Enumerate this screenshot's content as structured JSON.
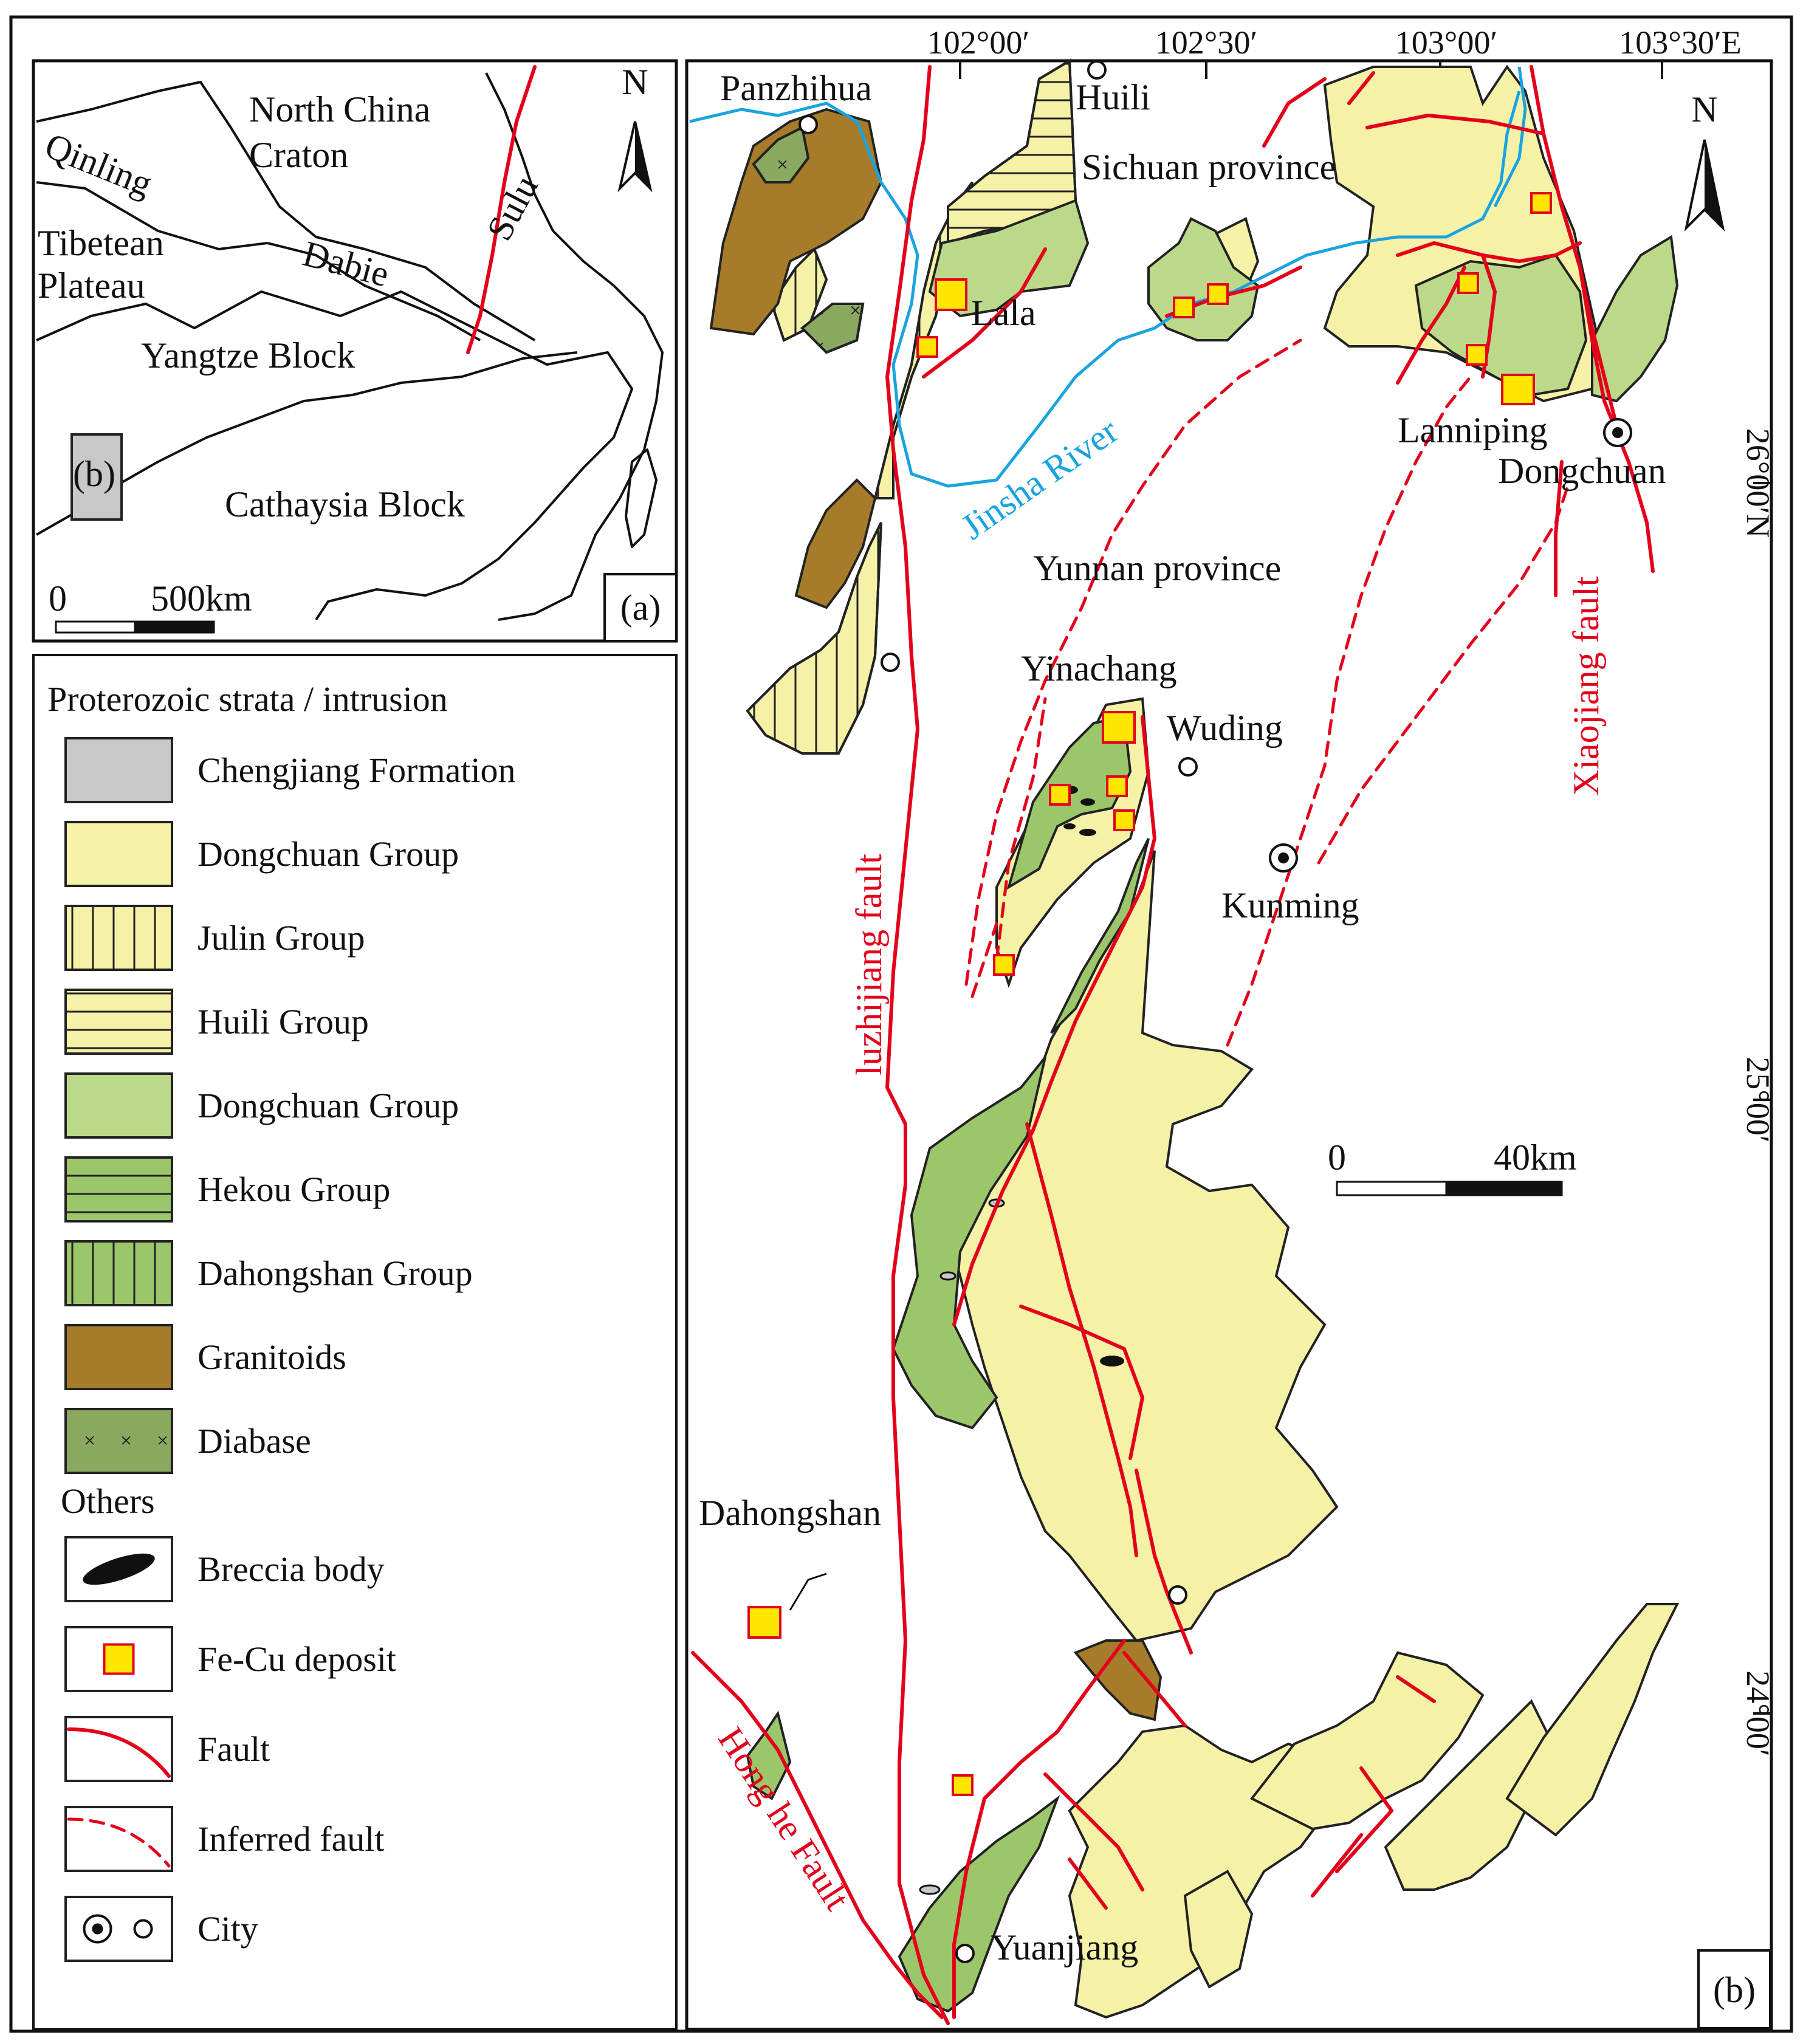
{
  "inset": {
    "panel_label": "(a)",
    "labels": {
      "north_china": "North China",
      "craton": "Craton",
      "qinling": "Qinling",
      "tibetean": "Tibetean",
      "plateau": "Plateau",
      "dabie": "Dabie",
      "sulu": "Sulu",
      "yangtze": "Yangtze Block",
      "cathaysia": "Cathaysia Block",
      "box_b": "(b)"
    },
    "north": "N",
    "scale": {
      "zero": "0",
      "max": "500km"
    }
  },
  "legend": {
    "heading": "Proterozoic strata / intrusion",
    "items": [
      {
        "label": "Chengjiang Formation",
        "fill": "#c8c8c8",
        "pattern": "none"
      },
      {
        "label": "Dongchuan Group",
        "fill": "#f5f2a8",
        "pattern": "none"
      },
      {
        "label": "Julin Group",
        "fill": "#f5f2a8",
        "pattern": "vertical"
      },
      {
        "label": "Huili Group",
        "fill": "#f5f2a8",
        "pattern": "horizontal"
      },
      {
        "label": "Dongchuan Group",
        "fill": "#bcd98a",
        "pattern": "none"
      },
      {
        "label": "Hekou Group",
        "fill": "#9cc66a",
        "pattern": "horizontal"
      },
      {
        "label": "Dahongshan Group",
        "fill": "#9cc66a",
        "pattern": "vertical"
      },
      {
        "label": "Granitoids",
        "fill": "#a67c2a",
        "pattern": "none"
      },
      {
        "label": "Diabase",
        "fill": "#8aa860",
        "pattern": "cross"
      }
    ],
    "others_heading": "Others",
    "others": [
      {
        "label": "Breccia body",
        "symbol": "breccia-icon"
      },
      {
        "label": "Fe-Cu deposit",
        "symbol": "deposit-icon"
      },
      {
        "label": "Fault",
        "symbol": "fault-line-icon"
      },
      {
        "label": "Inferred fault",
        "symbol": "inferred-fault-icon"
      },
      {
        "label": "City",
        "symbol": "city-icon"
      }
    ]
  },
  "map": {
    "panel_label": "(b)",
    "north": "N",
    "longitudes": [
      "102°00′",
      "102°30′",
      "103°00′",
      "103°30′E"
    ],
    "latitudes": [
      "26°00′N",
      "25°00′",
      "24°00′"
    ],
    "places": {
      "panzhihua": "Panzhihua",
      "huili": "Huili",
      "lala": "Lala",
      "sichuan": "Sichuan province",
      "yunnan": "Yunnan province",
      "lanniping": "Lanniping",
      "dongchuan": "Dongchuan",
      "yinachang": "Yinachang",
      "wuding": "Wuding",
      "kunming": "Kunming",
      "dahongshan": "Dahongshan",
      "yuanjiang": "Yuanjiang"
    },
    "rivers": {
      "jinsha": "Jinsha River"
    },
    "faults": {
      "luzhijiang": "luzhijiang fault",
      "xiaojiang": "Xiaojiang fault",
      "honghe": "Hong he Fault"
    },
    "scale": {
      "zero": "0",
      "max": "40km"
    }
  }
}
